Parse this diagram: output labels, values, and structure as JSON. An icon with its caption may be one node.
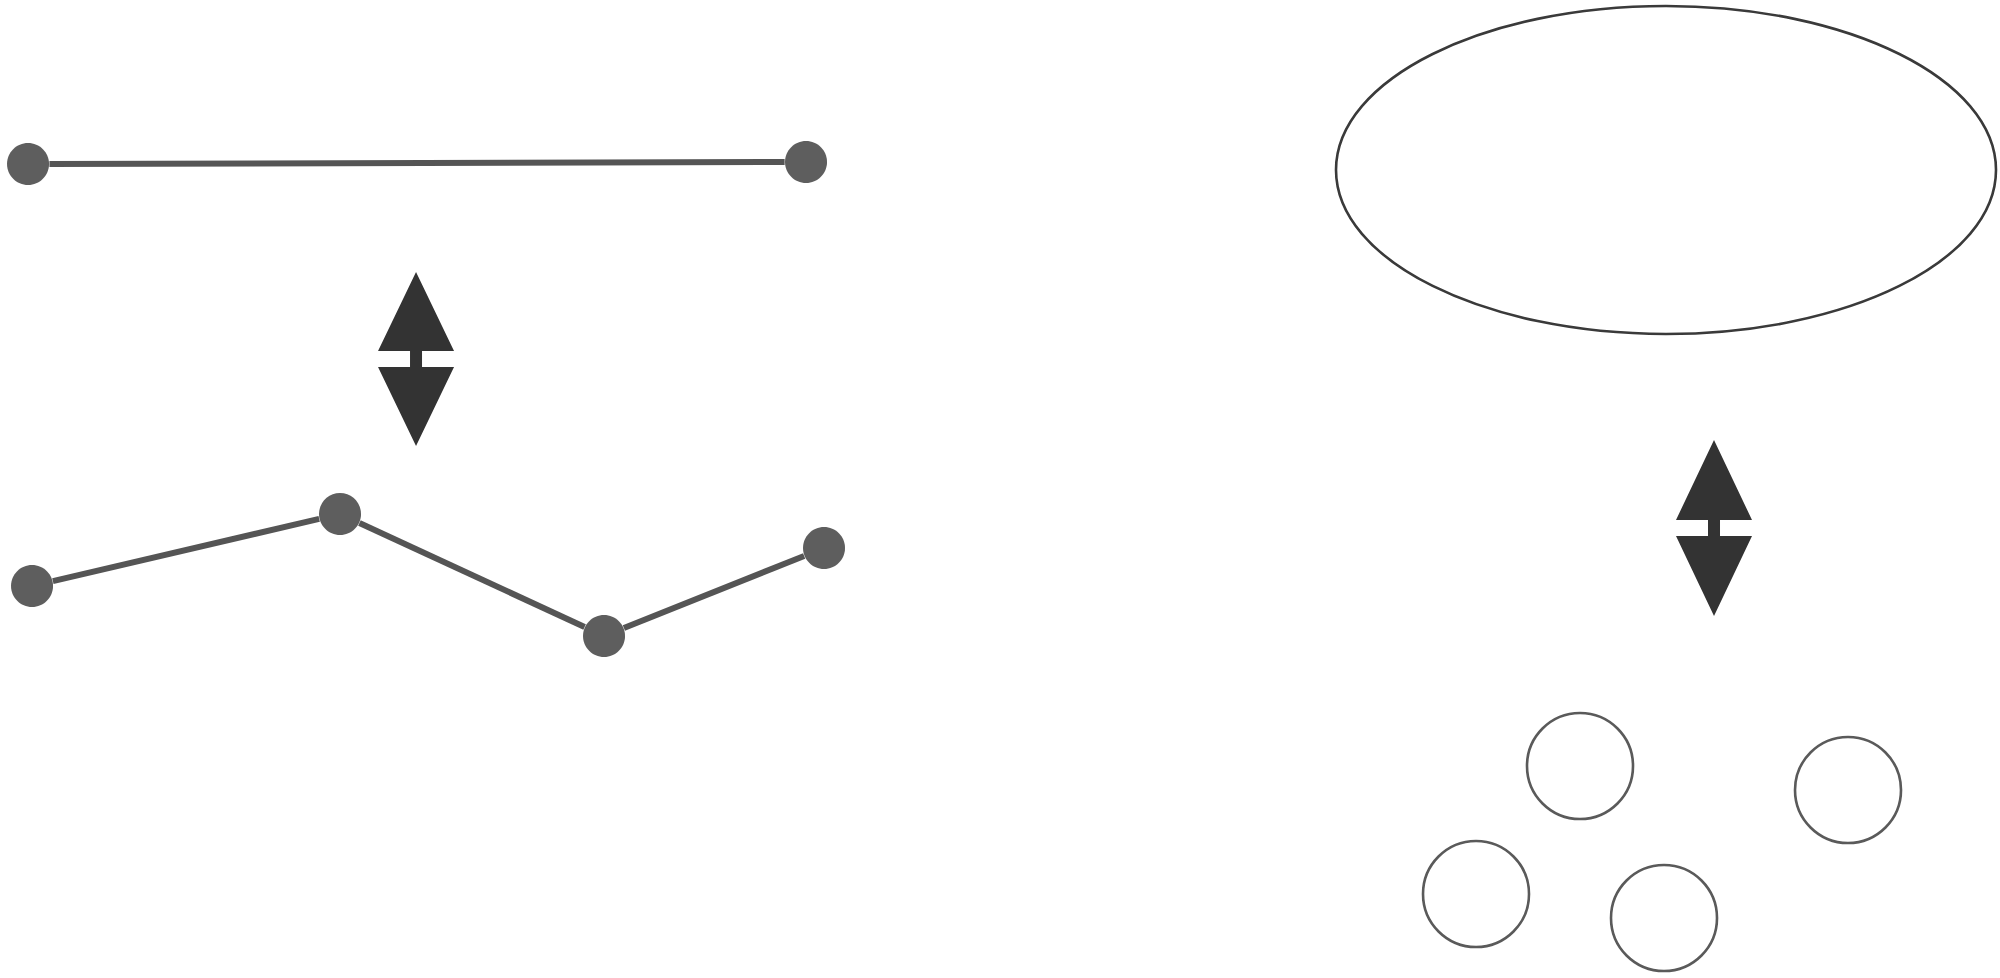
{
  "diagram": {
    "nodes": [
      {
        "text": [],
        "shape": "dot"
      },
      {
        "text": [],
        "shape": "dot"
      },
      {
        "text": [],
        "shape": "dot"
      },
      {
        "text": [],
        "shape": "dot"
      },
      {
        "text": [],
        "shape": "dot"
      },
      {
        "text": [],
        "shape": "dot"
      },
      {
        "text": [],
        "shape": "ellipse"
      },
      {
        "text": [],
        "shape": "circle"
      },
      {
        "text": [],
        "shape": "circle"
      },
      {
        "text": [],
        "shape": "circle"
      },
      {
        "text": [],
        "shape": "circle"
      }
    ],
    "edges": [
      {
        "from": 0,
        "to": 1,
        "arrow": "none"
      },
      {
        "from": 2,
        "to": 3,
        "arrow": "none"
      },
      {
        "from": 3,
        "to": 4,
        "arrow": "none"
      },
      {
        "from": 4,
        "to": 5,
        "arrow": "none"
      }
    ]
  }
}
